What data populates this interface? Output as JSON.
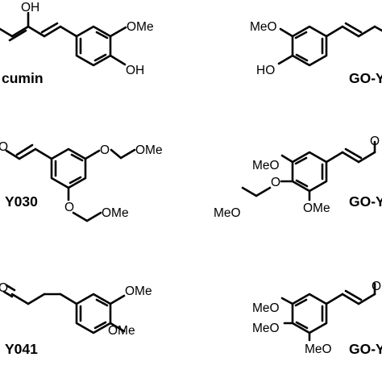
{
  "compounds": [
    {
      "name": "cumin",
      "labels": {
        "oh_top": "OH",
        "ome": "OMe",
        "oh_ring": "OH"
      }
    },
    {
      "name": "GO-Y",
      "labels": {
        "meo": "MeO",
        "ho": "HO"
      }
    },
    {
      "name": "Y030",
      "labels": {
        "o1": "O",
        "o2": "O",
        "o3": "O",
        "ome1": "OMe",
        "ome2": "OMe"
      }
    },
    {
      "name": "GO-Y",
      "labels": {
        "o_top": "O",
        "meo_top": "MeO",
        "o_ring": "O",
        "meo_left": "MeO",
        "ome_bottom": "OMe"
      }
    },
    {
      "name": "Y041",
      "labels": {
        "o": "O",
        "ome1": "OMe",
        "ome2": "OMe"
      }
    },
    {
      "name": "GO-Y",
      "labels": {
        "o_right": "O",
        "meo1": "MeO",
        "meo2": "MeO",
        "meo3": "MeO"
      }
    }
  ]
}
